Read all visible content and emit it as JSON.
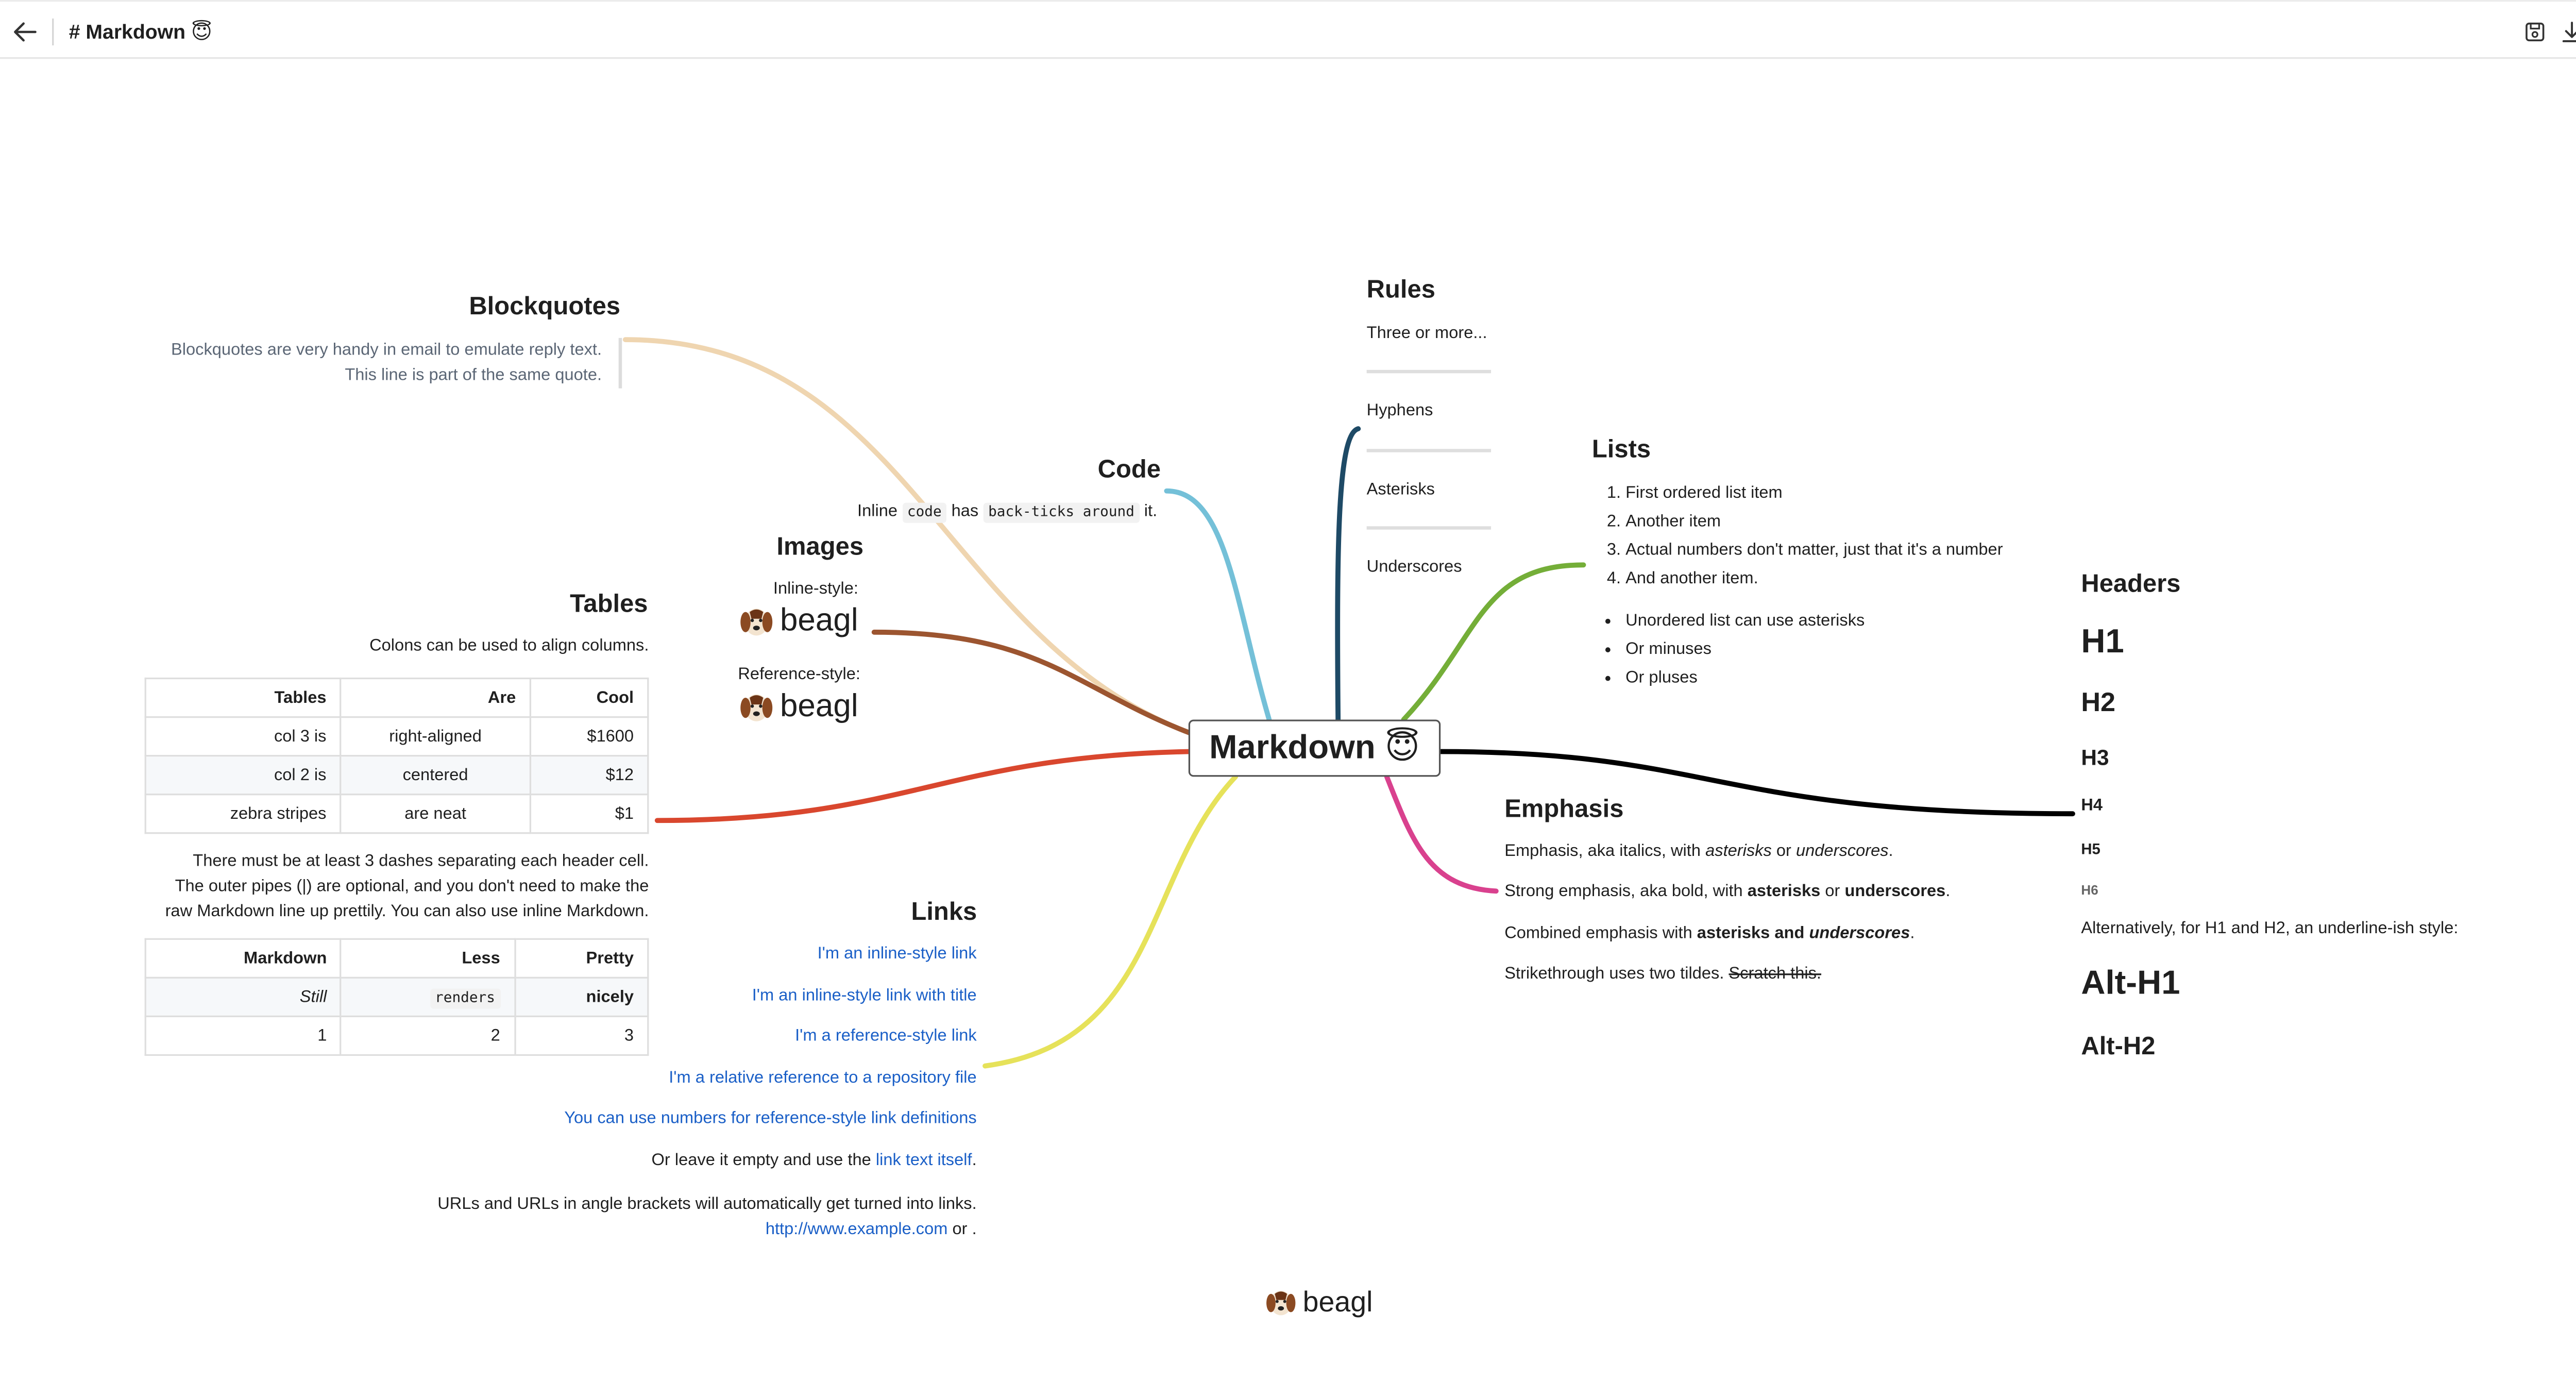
{
  "toolbar": {
    "title": "# Markdown 😇",
    "icons": [
      "back-arrow-icon",
      "save-icon",
      "download-icon",
      "keyboard-icon"
    ]
  },
  "root": {
    "label": "Markdown 😇"
  },
  "blockquotes": {
    "title": "Blockquotes",
    "line1": "Blockquotes are very handy in email to emulate reply text.",
    "line2": "This line is part of the same quote."
  },
  "code": {
    "title": "Code",
    "pre": "Inline",
    "code1": "code",
    "mid": "has",
    "code2": "back-ticks around",
    "post": "it."
  },
  "images": {
    "title": "Images",
    "inline_label": "Inline-style:",
    "reference_label": "Reference-style:",
    "logo_text": "beagl"
  },
  "tables": {
    "title": "Tables",
    "note": "Colons can be used to align columns.",
    "table1": {
      "headers": [
        "Tables",
        "Are",
        "Cool"
      ],
      "rows": [
        [
          "col 3 is",
          "right-aligned",
          "$1600"
        ],
        [
          "col 2 is",
          "centered",
          "$12"
        ],
        [
          "zebra stripes",
          "are neat",
          "$1"
        ]
      ]
    },
    "para1": "There must be at least 3 dashes separating each header cell.",
    "para2": "The outer pipes (|) are optional, and you don't need to make the",
    "para3": "raw Markdown line up prettily. You can also use inline Markdown.",
    "table2": {
      "headers": [
        "Markdown",
        "Less",
        "Pretty"
      ],
      "rows": [
        [
          "Still",
          "renders",
          "nicely"
        ],
        [
          "1",
          "2",
          "3"
        ]
      ]
    }
  },
  "rules": {
    "title": "Rules",
    "intro": "Three or more...",
    "items": [
      "Hyphens",
      "Asterisks",
      "Underscores"
    ]
  },
  "lists": {
    "title": "Lists",
    "ordered": [
      "First ordered list item",
      "Another item",
      "Actual numbers don't matter, just that it's a number",
      "And another item."
    ],
    "unordered": [
      "Unordered list can use asterisks",
      "Or minuses",
      "Or pluses"
    ]
  },
  "headers": {
    "title": "Headers",
    "levels": [
      "H1",
      "H2",
      "H3",
      "H4",
      "H5",
      "H6"
    ],
    "alt_note": "Alternatively, for H1 and H2, an underline-ish style:",
    "alt1": "Alt-H1",
    "alt2": "Alt-H2"
  },
  "emphasis": {
    "title": "Emphasis",
    "l1_pre": "Emphasis, aka italics, with ",
    "l1_a": "asterisks",
    "l1_or": " or ",
    "l1_b": "underscores",
    "l1_end": ".",
    "l2_pre": "Strong emphasis, aka bold, with ",
    "l2_a": "asterisks",
    "l2_or": " or ",
    "l2_b": "underscores",
    "l2_end": ".",
    "l3_pre": "Combined emphasis with ",
    "l3_a": "asterisks and ",
    "l3_b": "underscores",
    "l3_end": ".",
    "l4_pre": "Strikethrough uses two tildes. ",
    "l4_strike": "Scratch this."
  },
  "links": {
    "title": "Links",
    "items": [
      "I'm an inline-style link",
      "I'm an inline-style link with title",
      "I'm a reference-style link",
      "I'm a relative reference to a repository file",
      "You can use numbers for reference-style link definitions"
    ],
    "empty_pre": "Or leave it empty and use the ",
    "empty_link": "link text itself",
    "empty_end": ".",
    "url_line": "URLs and URLs in angle brackets will automatically get turned into links.",
    "url_link": "http://www.example.com",
    "url_end": " or ."
  },
  "footer": {
    "logo_text": "beagl"
  },
  "colors": {
    "blockquotes": "#efd5b0",
    "code": "#74c0d8",
    "images": "#9c5530",
    "tables": "#d9472e",
    "rules": "#1e4a66",
    "lists": "#74ae38",
    "headers": "#000000",
    "emphasis": "#d9418e",
    "links": "#e6e25a",
    "link_text": "#1a5fc7"
  }
}
